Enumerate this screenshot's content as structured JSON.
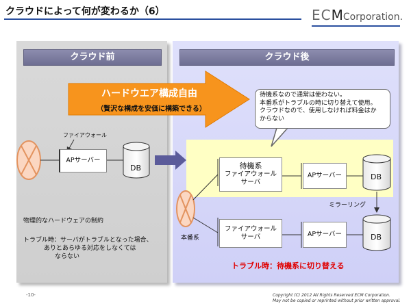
{
  "slide": {
    "title": "クラウドによって何が変わるか（6）",
    "logo_prefix": "EC",
    "logo_m": "M",
    "logo_suffix": "Corporation.",
    "page_number": "-10-",
    "copyright_line1": "Copyright (C) 2012 All Rights Reserved ECM Corporation.",
    "copyright_line2": "May not be copied or reprinted without prior written approval."
  },
  "left_panel": {
    "header": "クラウド前",
    "firewall_label": "ファイアウォール",
    "ap_server": "APサーバー",
    "db": "DB",
    "constraint_text": "物理的なハードウェアの制約",
    "trouble_line1": "トラブル時：サーバがトラブルとなった場合、",
    "trouble_line2": "ありとあらゆる対応をしなくては",
    "trouble_line3": "ならない"
  },
  "arrow": {
    "title": "ハードウエア構成自由",
    "subtitle": "（贅沢な構成を安価に構築できる）"
  },
  "right_panel": {
    "header": "クラウド後",
    "callout_line1": "待機系なので通常は使わない。",
    "callout_line2": "本番系がトラブルの時に切り替えて使用。",
    "callout_line3": "クラウドなので、使用しなければ料金はか",
    "callout_line4": "からない",
    "standby_title": "待機系",
    "standby_fw_line1": "ファイアウォール",
    "standby_fw_line2": "サーバ",
    "standby_ap": "APサーバー",
    "standby_db": "DB",
    "mirroring": "ミラーリング",
    "production_label": "本番系",
    "prod_fw_line1": "ファイアウォール",
    "prod_fw_line2": "サーバ",
    "prod_ap": "APサーバー",
    "prod_db": "DB",
    "switch_text": "トラブル時：待機系に切り替える"
  },
  "colors": {
    "arrow_orange": "#f7941d",
    "switch_red": "#e00000",
    "yellow_band": "#ffffc4",
    "header_purple": "#6e6e92"
  }
}
